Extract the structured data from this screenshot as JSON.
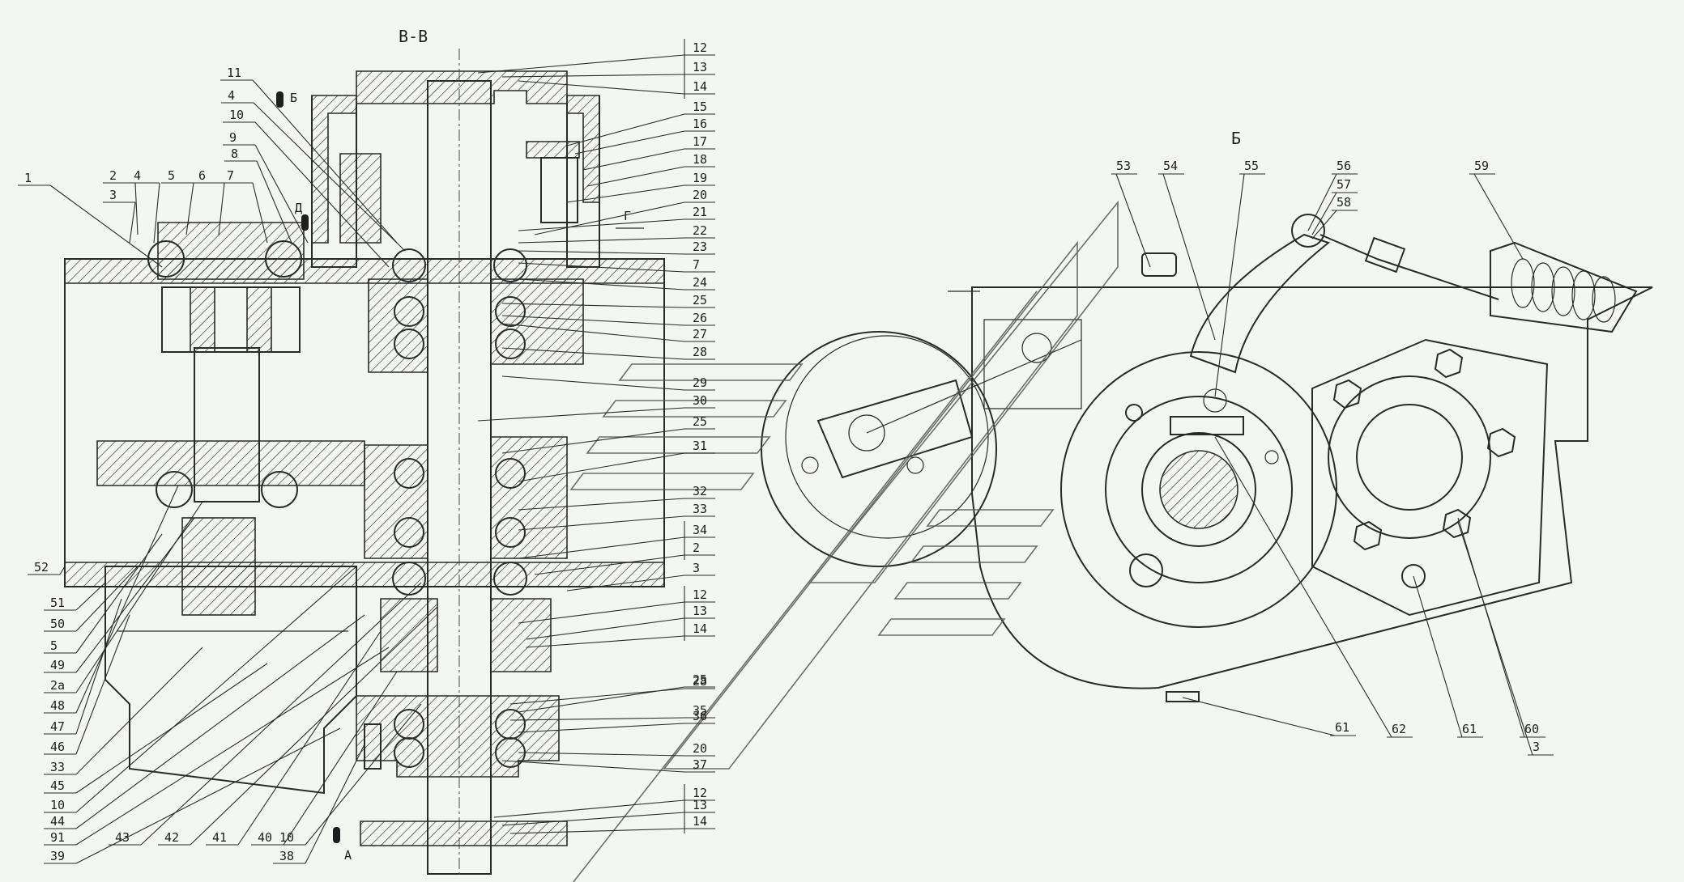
{
  "views": {
    "section": "B-B",
    "side": "Б",
    "marker_b": "Б",
    "marker_a": "А",
    "marker_d": "Д",
    "marker_g": "Г"
  },
  "left_labels": [
    "1",
    "2",
    "3",
    "4",
    "5",
    "6",
    "7",
    "8",
    "9",
    "10",
    "11",
    "4",
    "52",
    "51",
    "50",
    "5",
    "49",
    "2a",
    "48",
    "47",
    "46",
    "33",
    "45",
    "10",
    "44",
    "91",
    "43",
    "42",
    "41",
    "40",
    "10",
    "38",
    "39"
  ],
  "right_labels": [
    "12",
    "13",
    "14",
    "15",
    "16",
    "17",
    "18",
    "19",
    "20",
    "21",
    "22",
    "23",
    "7",
    "24",
    "25",
    "26",
    "27",
    "28",
    "29",
    "30",
    "25",
    "31",
    "32",
    "33",
    "34",
    "2",
    "3",
    "12",
    "13",
    "14",
    "25",
    "28",
    "35",
    "36",
    "20",
    "37",
    "12",
    "13",
    "14"
  ],
  "side_labels": [
    "53",
    "54",
    "55",
    "56",
    "57",
    "58",
    "59",
    "61",
    "62",
    "61",
    "60",
    "3"
  ]
}
